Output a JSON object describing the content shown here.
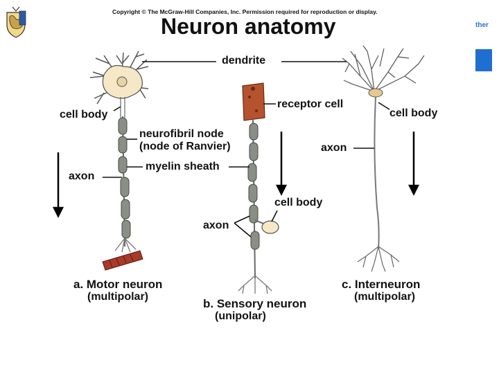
{
  "header": {
    "copyright": "Copyright © The McGraw-Hill Companies, Inc. Permission required for reproduction or display.",
    "title": "Neuron anatomy",
    "corner_text": "ther"
  },
  "labels": {
    "dendrite": "dendrite",
    "cell_body_motor": "cell body",
    "neurofibril_node": "neurofibril node",
    "node_of_ranvier": "(node of Ranvier)",
    "myelin_sheath": "myelin sheath",
    "axon_motor": "axon",
    "receptor_cell": "receptor cell",
    "cell_body_sensory": "cell body",
    "axon_sensory": "axon",
    "cell_body_inter": "cell body",
    "axon_inter": "axon"
  },
  "captions": {
    "motor": "a. Motor neuron",
    "motor_sub": "(multipolar)",
    "sensory": "b. Sensory neuron",
    "sensory_sub": "(unipolar)",
    "inter": "c. Interneuron",
    "inter_sub": "(multipolar)"
  },
  "colors": {
    "cell_body_fill": "#f6e7c6",
    "myelin_fill": "#8a8f86",
    "receptor_fill": "#b5532e",
    "muscle_fill": "#a83a2a",
    "accent_blue": "#1f6fd1"
  },
  "icons": [
    "university-crest-icon",
    "down-arrow-icon"
  ]
}
